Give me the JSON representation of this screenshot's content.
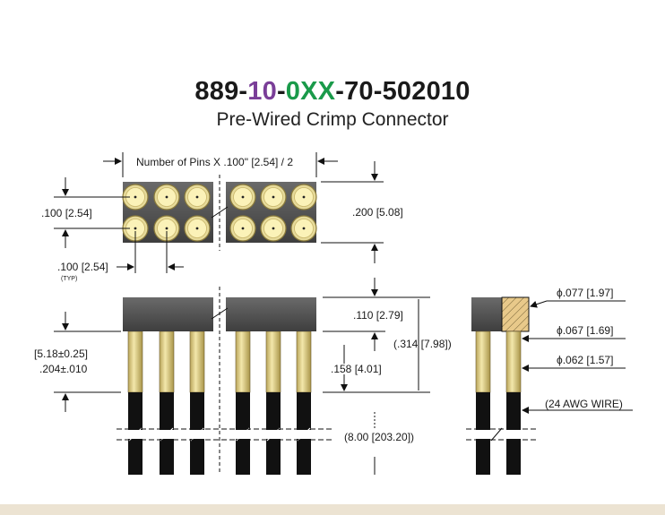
{
  "title": {
    "part_prefix": "889-",
    "part_pins": "10",
    "part_sep": "-",
    "part_code": "0XX",
    "part_suffix": "-70-502010",
    "pins_color": "#7a3e98",
    "code_color": "#1a9a4a"
  },
  "subtitle": "Pre-Wired Crimp Connector",
  "dims": {
    "width_label": "Number of Pins X .100\" [2.54] / 2",
    "pitch_vertical": ".100 [2.54]",
    "row_span": ".200 [5.08]",
    "pitch_horizontal": ".100 [2.54]",
    "typ": "(TYP)",
    "header_height": ".110 [2.79]",
    "total_height": "(.314 [7.98])",
    "sleeve_height": ".158 [4.01]",
    "offset_metric": "[5.18±0.25]",
    "offset_imperial": ".204±.010",
    "wire_length": "(8.00 [203.20])",
    "dia_1": "ϕ.077 [1.97]",
    "dia_2": "ϕ.067 [1.69]",
    "dia_3": "ϕ.062 [1.57]",
    "wire_gauge": "(24 AWG WIRE)"
  },
  "colors": {
    "housing": "#4a4a4a",
    "socket_gold": "#f2e6a0",
    "pin_gold": "#d9c57a",
    "wire": "#111111",
    "footer": "#ece3d2"
  }
}
